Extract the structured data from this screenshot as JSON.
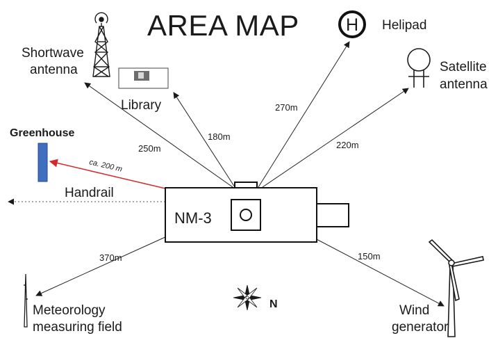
{
  "title": "AREA MAP",
  "station": "NM-3",
  "compass_label": "N",
  "locations": {
    "shortwave_antenna": {
      "line1": "Shortwave",
      "line2": "antenna",
      "distance": "250m"
    },
    "library": {
      "label": "Library",
      "distance": "180m"
    },
    "helipad": {
      "label": "Helipad",
      "symbol": "H",
      "distance": "270m"
    },
    "satellite_antenna": {
      "line1": "Satellite",
      "line2": "antenna",
      "distance": "220m"
    },
    "greenhouse": {
      "label": "Greenhouse",
      "distance": "ca. 200 m"
    },
    "handrail": {
      "label": "Handrail"
    },
    "meteorology": {
      "line1": "Meteorology",
      "line2": "measuring field",
      "distance": "370m"
    },
    "wind_generator": {
      "line1": "Wind",
      "line2": "generator",
      "distance": "150m"
    }
  },
  "colors": {
    "greenhouse_fill": "#3f6fbf",
    "greenhouse_route": "#d42a2a",
    "ink": "#1a1a1a"
  }
}
